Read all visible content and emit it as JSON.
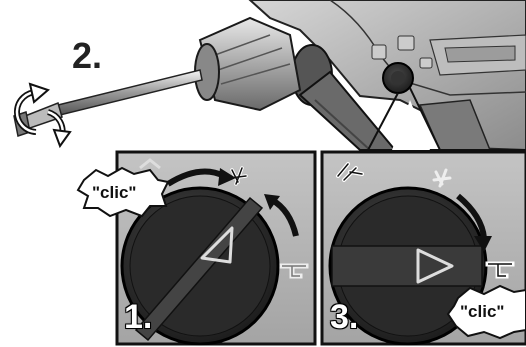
{
  "steps": {
    "two": "2.",
    "one": "1.",
    "three": "3."
  },
  "callouts": {
    "clic_left": "\"clic\"",
    "clic_right": "\"clic\""
  },
  "icons": {
    "top_mode": "drilling-hammer-mode-icon",
    "left_mode": "screw-drill-mode-icon",
    "right_mode": "chisel-mode-icon"
  }
}
